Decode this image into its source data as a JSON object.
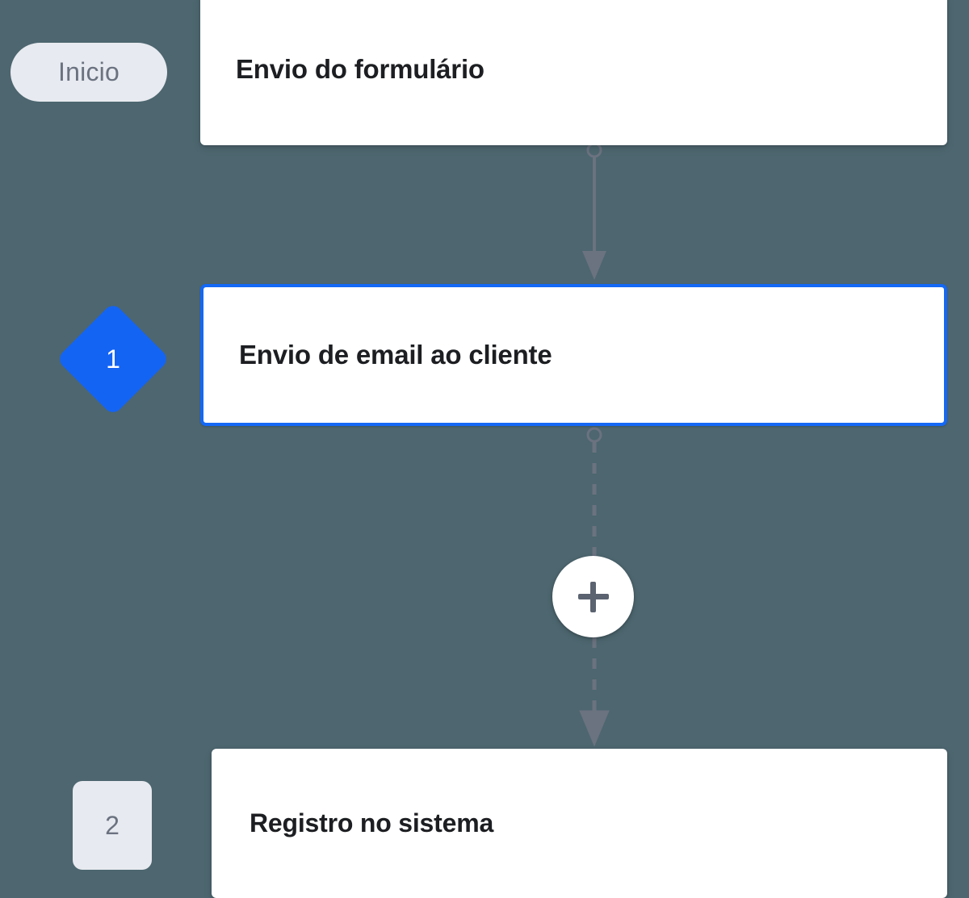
{
  "canvas": {
    "background_color": "#4d666f",
    "accent_color": "#1464f4",
    "connector_color": "#6b7280",
    "badge_bg_color": "#e7eaf0",
    "badge_text_color": "#6b7280"
  },
  "nodes": [
    {
      "id": "start",
      "badge_label": "Inicio",
      "badge_type": "pill",
      "title": "Envio do formulário",
      "selected": false
    },
    {
      "id": "email",
      "badge_label": "1",
      "badge_type": "diamond",
      "title": "Envio de email ao cliente",
      "selected": true
    },
    {
      "id": "registro",
      "badge_label": "2",
      "badge_type": "square",
      "title": "Registro no sistema",
      "selected": false
    }
  ],
  "connectors": [
    {
      "id": "start-to-email",
      "style": "solid",
      "from": "start",
      "to": "email"
    },
    {
      "id": "email-to-registro",
      "style": "dashed",
      "from": "email",
      "to": "registro"
    }
  ],
  "add_button": {
    "icon": "plus-icon",
    "label": "+"
  }
}
